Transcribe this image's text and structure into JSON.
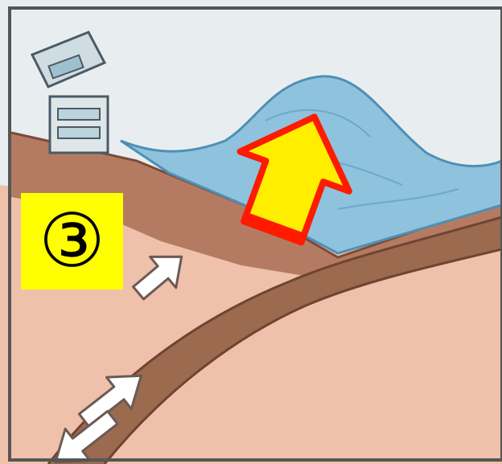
{
  "step_marker": "③",
  "colors": {
    "sky": "#e8eef0",
    "seawater": "#8fc2dd",
    "seawater_dark": "#4f8fb4",
    "continental_plate": "#b57b62",
    "continental_plate_dark": "#7d4a36",
    "oceanic_plate": "#9b6a4f",
    "mantle": "#efc1aa",
    "uplift_arrow_fill": "#ffee00",
    "uplift_arrow_outline": "#ff1a00",
    "badge": "#ffff00",
    "motion_arrow": "#ffffff"
  },
  "icons": {
    "tsunami_wave": "wave",
    "coastal_buildings": "building",
    "uplift_arrow": "arrow-up-right",
    "plate_motion_arrow": "arrow-up-right",
    "slip_arrows": "double-arrow"
  }
}
